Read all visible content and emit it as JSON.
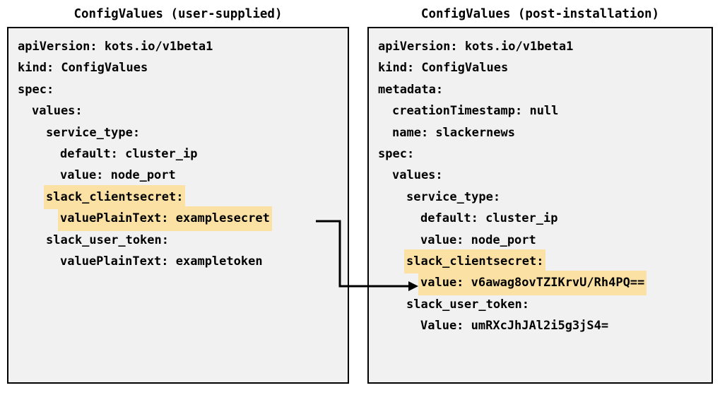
{
  "diagram": {
    "highlight_color": "#fce1a4",
    "panel_background": "#f1f1f1",
    "border_color": "#000000"
  },
  "left_panel": {
    "title": "ConfigValues (user-supplied)",
    "lines": [
      {
        "text": "apiVersion: kots.io/v1beta1",
        "indent": 0,
        "highlight": false
      },
      {
        "text": "kind: ConfigValues",
        "indent": 0,
        "highlight": false
      },
      {
        "text": "spec:",
        "indent": 0,
        "highlight": false
      },
      {
        "text": "values:",
        "indent": 1,
        "highlight": false
      },
      {
        "text": "service_type:",
        "indent": 2,
        "highlight": false
      },
      {
        "text": "default: cluster_ip",
        "indent": 3,
        "highlight": false
      },
      {
        "text": "value: node_port",
        "indent": 3,
        "highlight": false
      },
      {
        "text": "slack_clientsecret:",
        "indent": 2,
        "highlight": true
      },
      {
        "text": "valuePlainText: examplesecret",
        "indent": 3,
        "highlight": true
      },
      {
        "text": "slack_user_token:",
        "indent": 2,
        "highlight": false
      },
      {
        "text": "valuePlainText: exampletoken",
        "indent": 3,
        "highlight": false
      }
    ]
  },
  "right_panel": {
    "title": "ConfigValues (post-installation)",
    "lines": [
      {
        "text": "apiVersion: kots.io/v1beta1",
        "indent": 0,
        "highlight": false
      },
      {
        "text": "kind: ConfigValues",
        "indent": 0,
        "highlight": false
      },
      {
        "text": "metadata:",
        "indent": 0,
        "highlight": false
      },
      {
        "text": "creationTimestamp: null",
        "indent": 1,
        "highlight": false
      },
      {
        "text": "name: slackernews",
        "indent": 1,
        "highlight": false
      },
      {
        "text": "spec:",
        "indent": 0,
        "highlight": false
      },
      {
        "text": "values:",
        "indent": 1,
        "highlight": false
      },
      {
        "text": "service_type:",
        "indent": 2,
        "highlight": false
      },
      {
        "text": "default: cluster_ip",
        "indent": 3,
        "highlight": false
      },
      {
        "text": "value: node_port",
        "indent": 3,
        "highlight": false
      },
      {
        "text": "slack_clientsecret:",
        "indent": 2,
        "highlight": true
      },
      {
        "text": "value: v6awag8ovTZIKrvU/Rh4PQ==",
        "indent": 3,
        "highlight": true
      },
      {
        "text": "slack_user_token:",
        "indent": 2,
        "highlight": false
      },
      {
        "text": "Value: umRXcJhJAl2i5g3jS4=",
        "indent": 3,
        "highlight": false
      }
    ]
  },
  "connector": {
    "label": "encrypted-value-flow-arrow",
    "from": "left-panel valuePlainText: examplesecret",
    "to": "right-panel value: v6awag8ovTZIKrvU/Rh4PQ=="
  }
}
